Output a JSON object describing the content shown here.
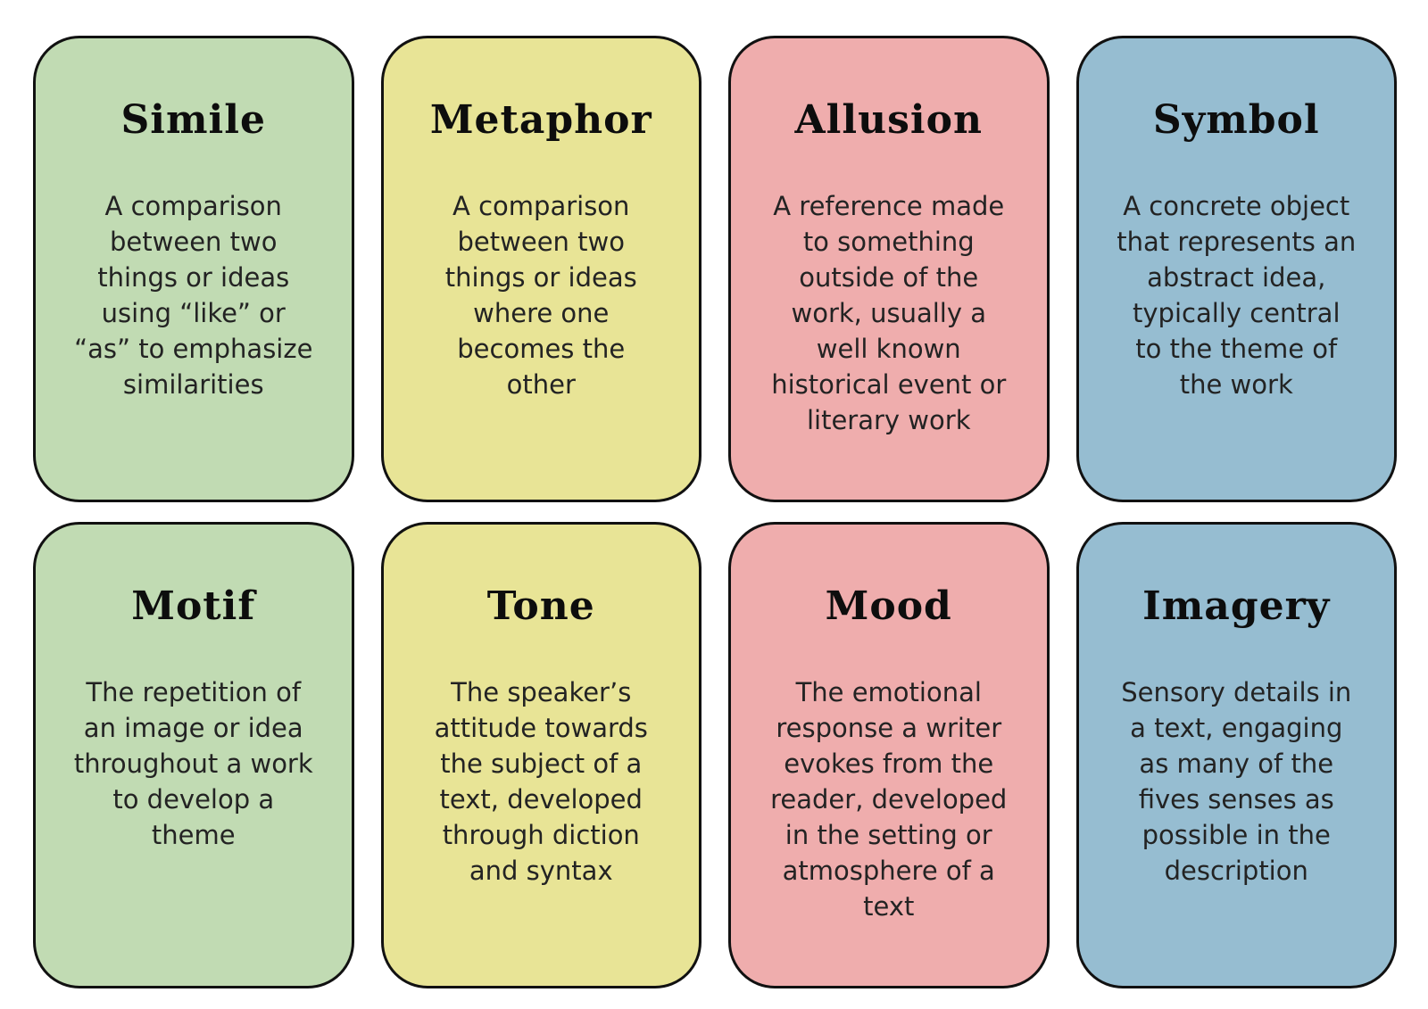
{
  "page": {
    "background": "#ffffff",
    "border_color": "#111111",
    "title_color": "#0d0d0d",
    "body_color": "#232323"
  },
  "cards": [
    {
      "title": "Simile",
      "color": "#c1dbb3",
      "lines": [
        "A comparison",
        "between two",
        "things or ideas",
        "using “like” or",
        "“as” to emphasize",
        "similarities"
      ]
    },
    {
      "title": "Metaphor",
      "color": "#e8e496",
      "lines": [
        "A comparison",
        "between two",
        "things or ideas",
        "where one",
        "becomes the",
        "other"
      ]
    },
    {
      "title": "Allusion",
      "color": "#efadad",
      "lines": [
        "A reference made",
        "to something",
        "outside of the",
        "work, usually a",
        "well known",
        "historical event or",
        "literary work"
      ]
    },
    {
      "title": "Symbol",
      "color": "#96bdd1",
      "lines": [
        "A concrete object",
        "that represents an",
        "abstract idea,",
        "typically central",
        "to the theme of",
        "the work"
      ]
    },
    {
      "title": "Motif",
      "color": "#c1dbb3",
      "lines": [
        "The repetition of",
        "an image or idea",
        "throughout a work",
        "to develop a",
        "theme"
      ]
    },
    {
      "title": "Tone",
      "color": "#e8e496",
      "lines": [
        "The speaker’s",
        "attitude towards",
        "the subject of a",
        "text, developed",
        "through diction",
        "and syntax"
      ]
    },
    {
      "title": "Mood",
      "color": "#efadad",
      "lines": [
        "The emotional",
        "response a writer",
        "evokes from the",
        "reader, developed",
        "in the setting or",
        "atmosphere of a",
        "text"
      ]
    },
    {
      "title": "Imagery",
      "color": "#96bdd1",
      "lines": [
        "Sensory details in",
        "a text, engaging",
        "as many of the",
        "fives senses as",
        "possible in the",
        "description"
      ]
    }
  ]
}
